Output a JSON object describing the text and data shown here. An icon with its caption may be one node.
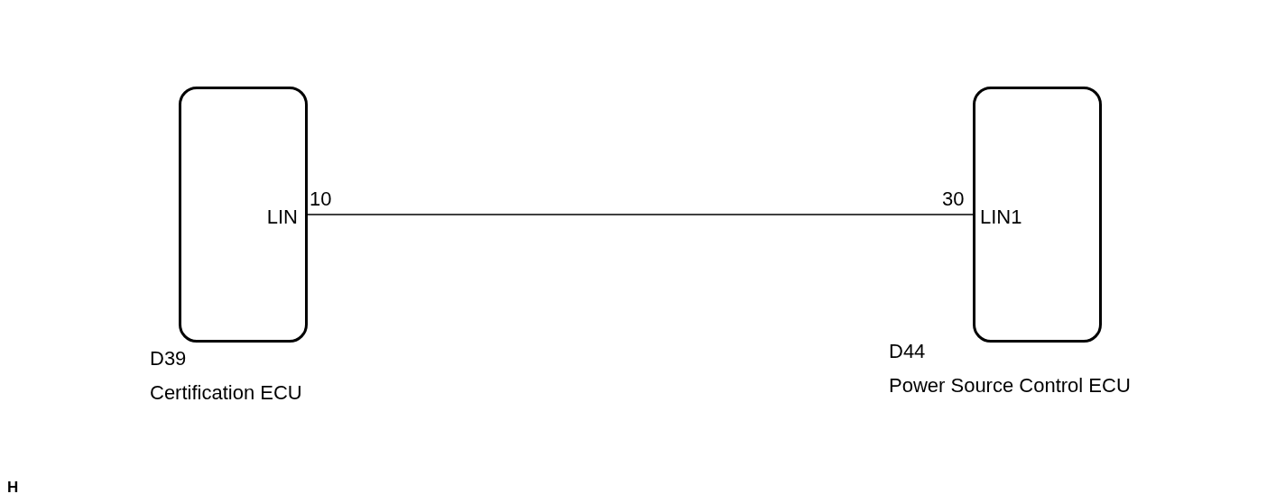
{
  "diagram": {
    "nodes": [
      {
        "text": [
          "LIN"
        ],
        "beside": [
          "D39",
          "Certification ECU"
        ]
      },
      {
        "text": [
          "LIN1"
        ],
        "beside": [
          "D44",
          "Power Source Control ECU"
        ]
      }
    ],
    "edges": [
      {
        "from": 0,
        "to": 1,
        "arrow": "none"
      }
    ],
    "labels": [
      "10",
      "30",
      "H"
    ]
  }
}
